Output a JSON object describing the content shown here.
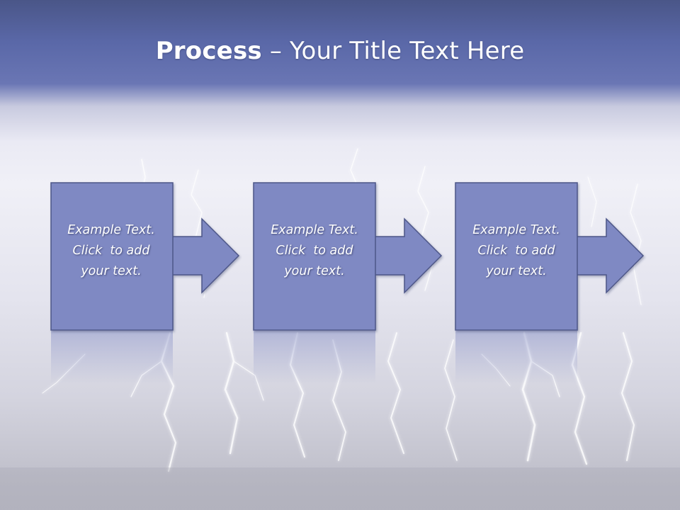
{
  "slide": {
    "title_bold": "Process",
    "title_rest": " – Your Title Text Here"
  },
  "steps": [
    {
      "line1": "Example Text.",
      "line2": "Click  to add",
      "line3": "your text."
    },
    {
      "line1": "Example Text.",
      "line2": "Click  to add",
      "line3": "your text."
    },
    {
      "line1": "Example Text.",
      "line2": "Click  to add",
      "line3": "your text."
    }
  ],
  "colors": {
    "box_fill": "#7f89c3",
    "box_stroke": "#4d5788",
    "header_band": "#5d6aa8",
    "text": "#ffffff"
  },
  "icons": [
    "lightning-background",
    "right-arrow-icon"
  ]
}
